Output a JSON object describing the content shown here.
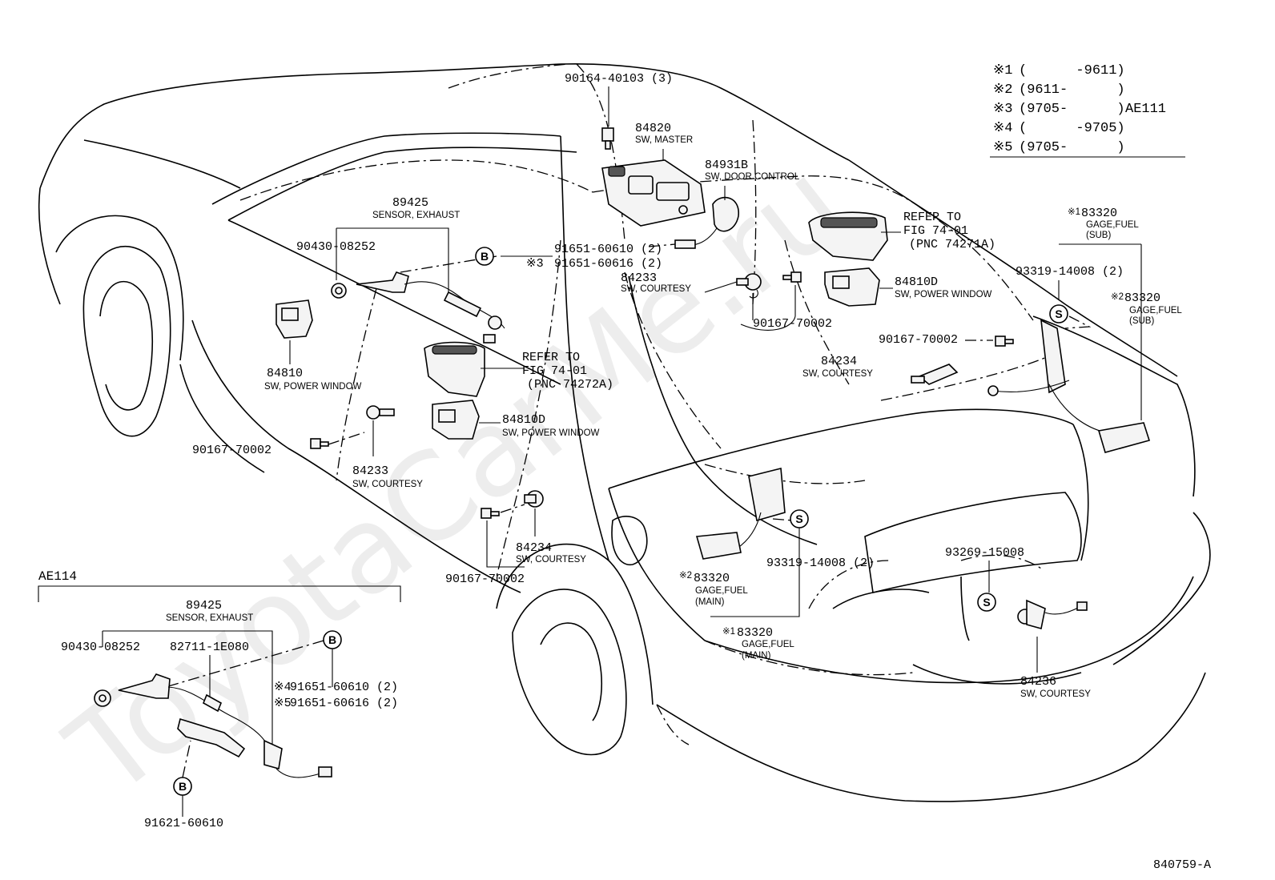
{
  "watermark": "ToyotaCarMe.ru",
  "figure_id": "840759-A",
  "legend": [
    {
      "key": "※1",
      "range": "(      -9611)",
      "extra": ""
    },
    {
      "key": "※2",
      "range": "(9611-      )",
      "extra": ""
    },
    {
      "key": "※3",
      "range": "(9705-      )",
      "extra": "AE111"
    },
    {
      "key": "※4",
      "range": "(      -9705)",
      "extra": ""
    },
    {
      "key": "※5",
      "range": "(9705-      )",
      "extra": ""
    }
  ],
  "markers": {
    "b": "B",
    "s": "S"
  },
  "labels": {
    "p90164": "90164-40103 (3)",
    "p84820": "84820",
    "p84820_desc": "SW, MASTER",
    "p84931b": "84931B",
    "p84931b_desc": "SW, DOOR CONTROL",
    "p89425": "89425",
    "p89425_desc": "SENSOR, EXHAUST",
    "p90430": "90430-08252",
    "p91651a": "91651-60610 (2)",
    "p91651b_prefix": "※3",
    "p91651b": "91651-60616 (2)",
    "p84233_top": "84233",
    "p84233_top_desc": "SW, COURTESY",
    "refer_right_1": "REFER TO",
    "refer_right_2": "FIG 74-01",
    "refer_right_3": "(PNC 74271A)",
    "p84810d_right": "84810D",
    "p84810d_right_desc": "SW, POWER WINDOW",
    "p90167_mid": "90167-70002",
    "p90167_right": "90167-70002",
    "p84234_right": "84234",
    "p84234_right_desc": "SW, COURTESY",
    "p84810": "84810",
    "p84810_desc": "SW, POWER WINDOW",
    "refer_left_1": "REFER TO",
    "refer_left_2": "FIG 74-01",
    "refer_left_3": "(PNC 74272A)",
    "p84810d_left": "84810D",
    "p84810d_left_desc": "SW, POWER WINDOW",
    "p90167_left": "90167-70002",
    "p84233_left": "84233",
    "p84233_left_desc": "SW, COURTESY",
    "p84234_left": "84234",
    "p84234_left_desc": "SW, COURTESY",
    "p90167_bottom": "90167-70002",
    "p83320_sub1_prefix": "※1",
    "p83320_sub1": "83320",
    "p83320_sub1_desc1": "GAGE,FUEL",
    "p83320_sub1_desc2": "(SUB)",
    "p93319_right": "93319-14008 (2)",
    "p83320_sub2_prefix": "※2",
    "p83320_sub2": "83320",
    "p83320_sub2_desc1": "GAGE,FUEL",
    "p83320_sub2_desc2": "(SUB)",
    "p93319_mid": "93319-14008 (2)",
    "p83320_main2_prefix": "※2",
    "p83320_main2": "83320",
    "p83320_main2_desc1": "GAGE,FUEL",
    "p83320_main2_desc2": "(MAIN)",
    "p83320_main1_prefix": "※1",
    "p83320_main1": "83320",
    "p83320_main1_desc1": "GAGE,FUEL",
    "p83320_main1_desc2": "(MAIN)",
    "p93269": "93269-15008",
    "p84236": "84236",
    "p84236_desc": "SW, COURTESY"
  },
  "inset": {
    "title": "AE114",
    "p89425": "89425",
    "p89425_desc": "SENSOR, EXHAUST",
    "p90430": "90430-08252",
    "p82711": "82711-1E080",
    "p91651a_prefix": "※4",
    "p91651a": "91651-60610 (2)",
    "p91651b_prefix": "※5",
    "p91651b": "91651-60616 (2)",
    "p91621": "91621-60610"
  }
}
